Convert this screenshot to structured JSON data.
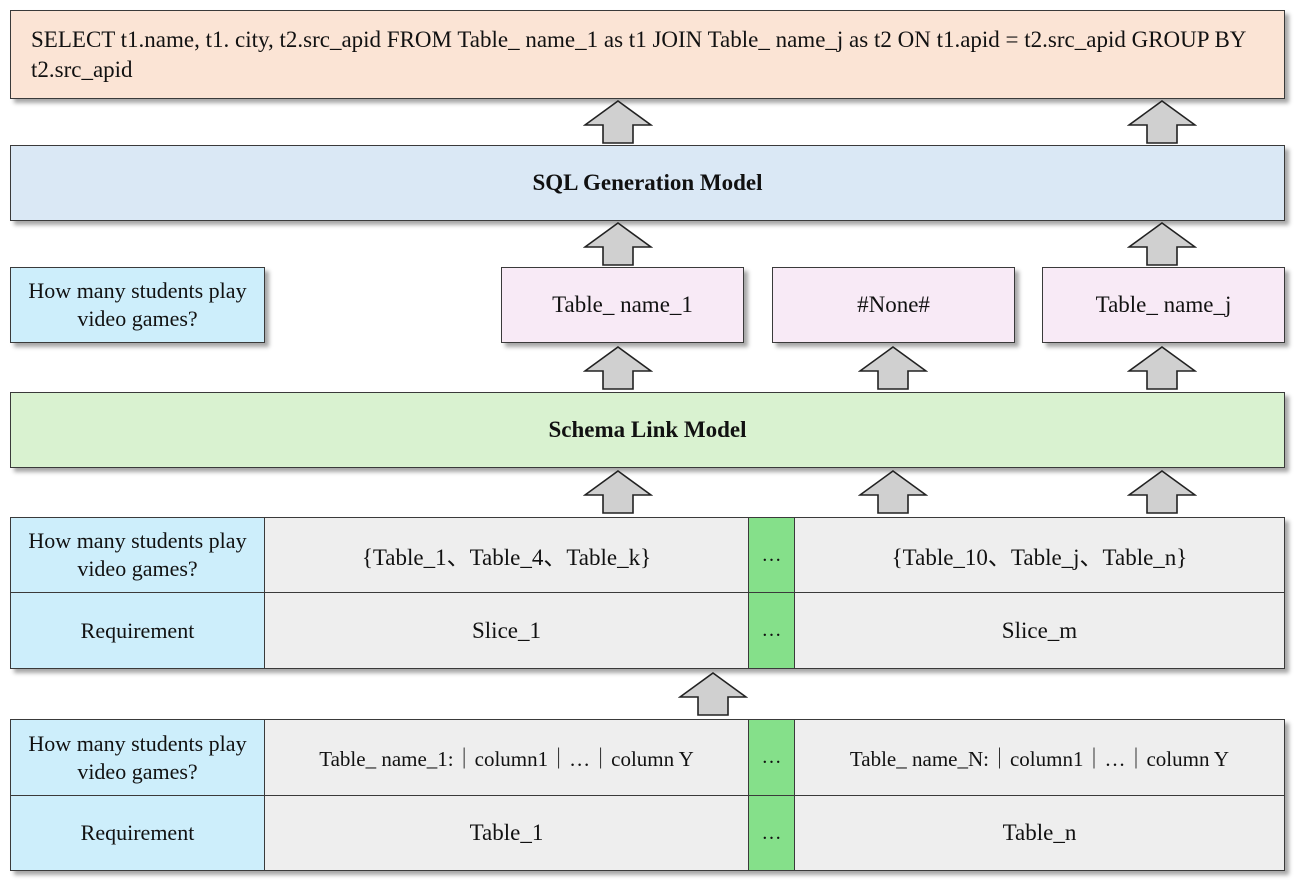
{
  "sql_output": "SELECT t1.name, t1. city, t2.src_apid FROM Table_ name_1 as t1 JOIN Table_ name_j as t2 ON t1.apid = t2.src_apid GROUP BY t2.src_apid",
  "sql_model": "SQL Generation Model",
  "question": "How many students play video games?",
  "linked_tables": [
    "Table_ name_1",
    "#None#",
    "Table_ name_j"
  ],
  "schema_model": "Schema Link Model",
  "slices": {
    "question": "How many students play video games?",
    "requirement": "Requirement",
    "first_tables": "{Table_1、Table_4、Table_k}",
    "last_tables": "{Table_10、Table_j、Table_n}",
    "first_name": "Slice_1",
    "last_name": "Slice_m",
    "ellipsis": "…"
  },
  "tables": {
    "question": "How many students play video games?",
    "requirement": "Requirement",
    "first_schema": "Table_ name_1:｜column1｜…｜column Y",
    "last_schema": "Table_ name_N:｜column1｜…｜column Y",
    "first_name": "Table_1",
    "last_name": "Table_n",
    "ellipsis": "…"
  },
  "colors": {
    "sql_box": "#fbe4d5",
    "model_box": "#dae8f5",
    "question_box": "#cdeefb",
    "table_box": "#f8eaf6",
    "schema_box": "#d9f2d0",
    "cell": "#eeeeee",
    "ellipsis_cell": "#85e08a",
    "arrow": "#d0d0d0"
  }
}
